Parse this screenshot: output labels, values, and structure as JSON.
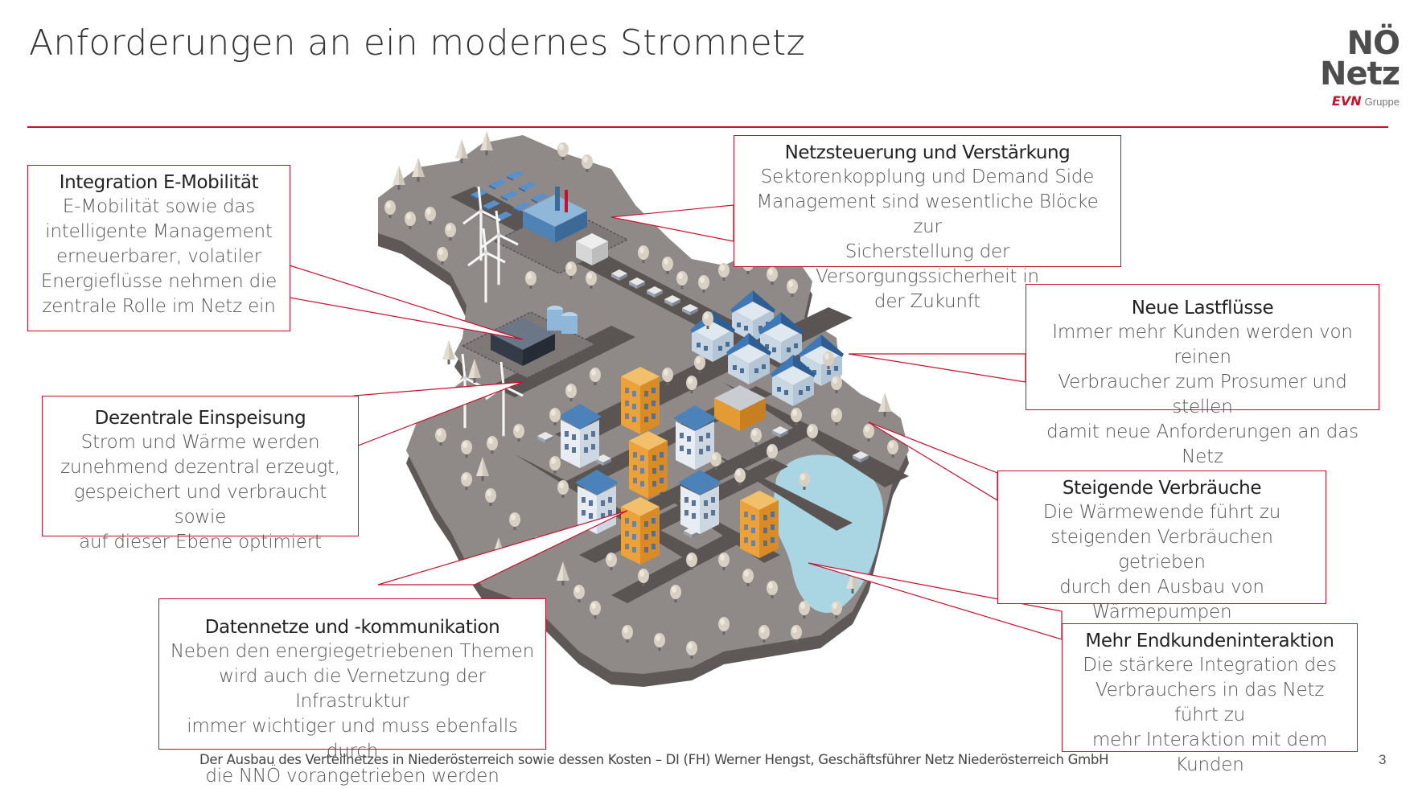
{
  "page": {
    "title": "Anforderungen an ein modernes Stromnetz",
    "footer": "Der Ausbau des Verteilnetzes in Niederösterreich sowie dessen Kosten – DI (FH) Werner Hengst, Geschäftsführer Netz Niederösterreich GmbH",
    "page_number": "3"
  },
  "logo": {
    "line1": "NÖ",
    "line2": "Netz",
    "brand": "EVN",
    "group": "Gruppe"
  },
  "colors": {
    "accent": "#c8102e",
    "ground": "#8e8a88",
    "road": "#5a5553",
    "water": "#a9d6e2"
  },
  "boxes": {
    "emobility": {
      "heading": "Integration E-Mobilität",
      "body": [
        "E-Mobilität sowie das",
        "intelligente Management",
        "erneuerbarer, volatiler",
        "Energieflüsse nehmen die",
        "zentrale Rolle im Netz ein"
      ]
    },
    "control": {
      "heading": "Netzsteuerung und Verstärkung",
      "body": [
        "Sektorenkopplung und Demand Side",
        "Management sind wesentliche Blöcke zur",
        "Sicherstellung der Versorgungssicherheit in",
        "der Zukunft"
      ]
    },
    "loadflows": {
      "heading": "Neue Lastflüsse",
      "body": [
        "Immer mehr Kunden werden von reinen",
        "Verbraucher zum Prosumer und stellen",
        "damit neue Anforderungen an das Netz"
      ]
    },
    "decentral": {
      "heading": "Dezentrale Einspeisung",
      "body": [
        "Strom und Wärme werden",
        "zunehmend dezentral erzeugt,",
        "gespeichert und verbraucht sowie",
        "auf dieser Ebene optimiert"
      ]
    },
    "consumption": {
      "heading": "Steigende Verbräuche",
      "body": [
        "Die Wärmewende führt zu",
        "steigenden Verbräuchen getrieben",
        "durch den Ausbau von",
        "Wärmepumpen"
      ]
    },
    "data": {
      "heading": "Datennetze und -kommunikation",
      "body": [
        "Neben den energiegetriebenen Themen",
        "wird auch die Vernetzung der Infrastruktur",
        "immer wichtiger und muss ebenfalls durch",
        "die NNÖ vorangetrieben werden"
      ]
    },
    "interaction": {
      "heading": "Mehr Endkundeninteraktion",
      "body": [
        "Die stärkere Integration des",
        "Verbrauchers in das Netz führt zu",
        "mehr Interaktion mit dem",
        "Kunden"
      ]
    }
  }
}
